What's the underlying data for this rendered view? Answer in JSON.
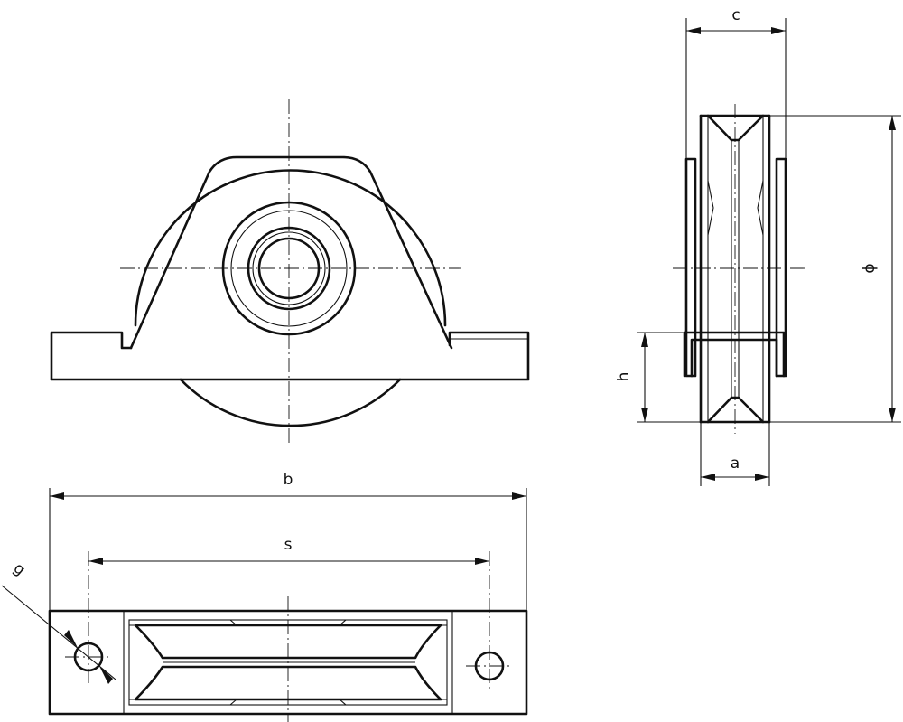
{
  "drawing": {
    "views": [
      "front-view",
      "side-view",
      "top-view"
    ],
    "dimension_labels": {
      "b": "b",
      "s": "s",
      "c": "c",
      "h": "h",
      "a": "a",
      "phi": "ϕ",
      "g": "g"
    }
  }
}
